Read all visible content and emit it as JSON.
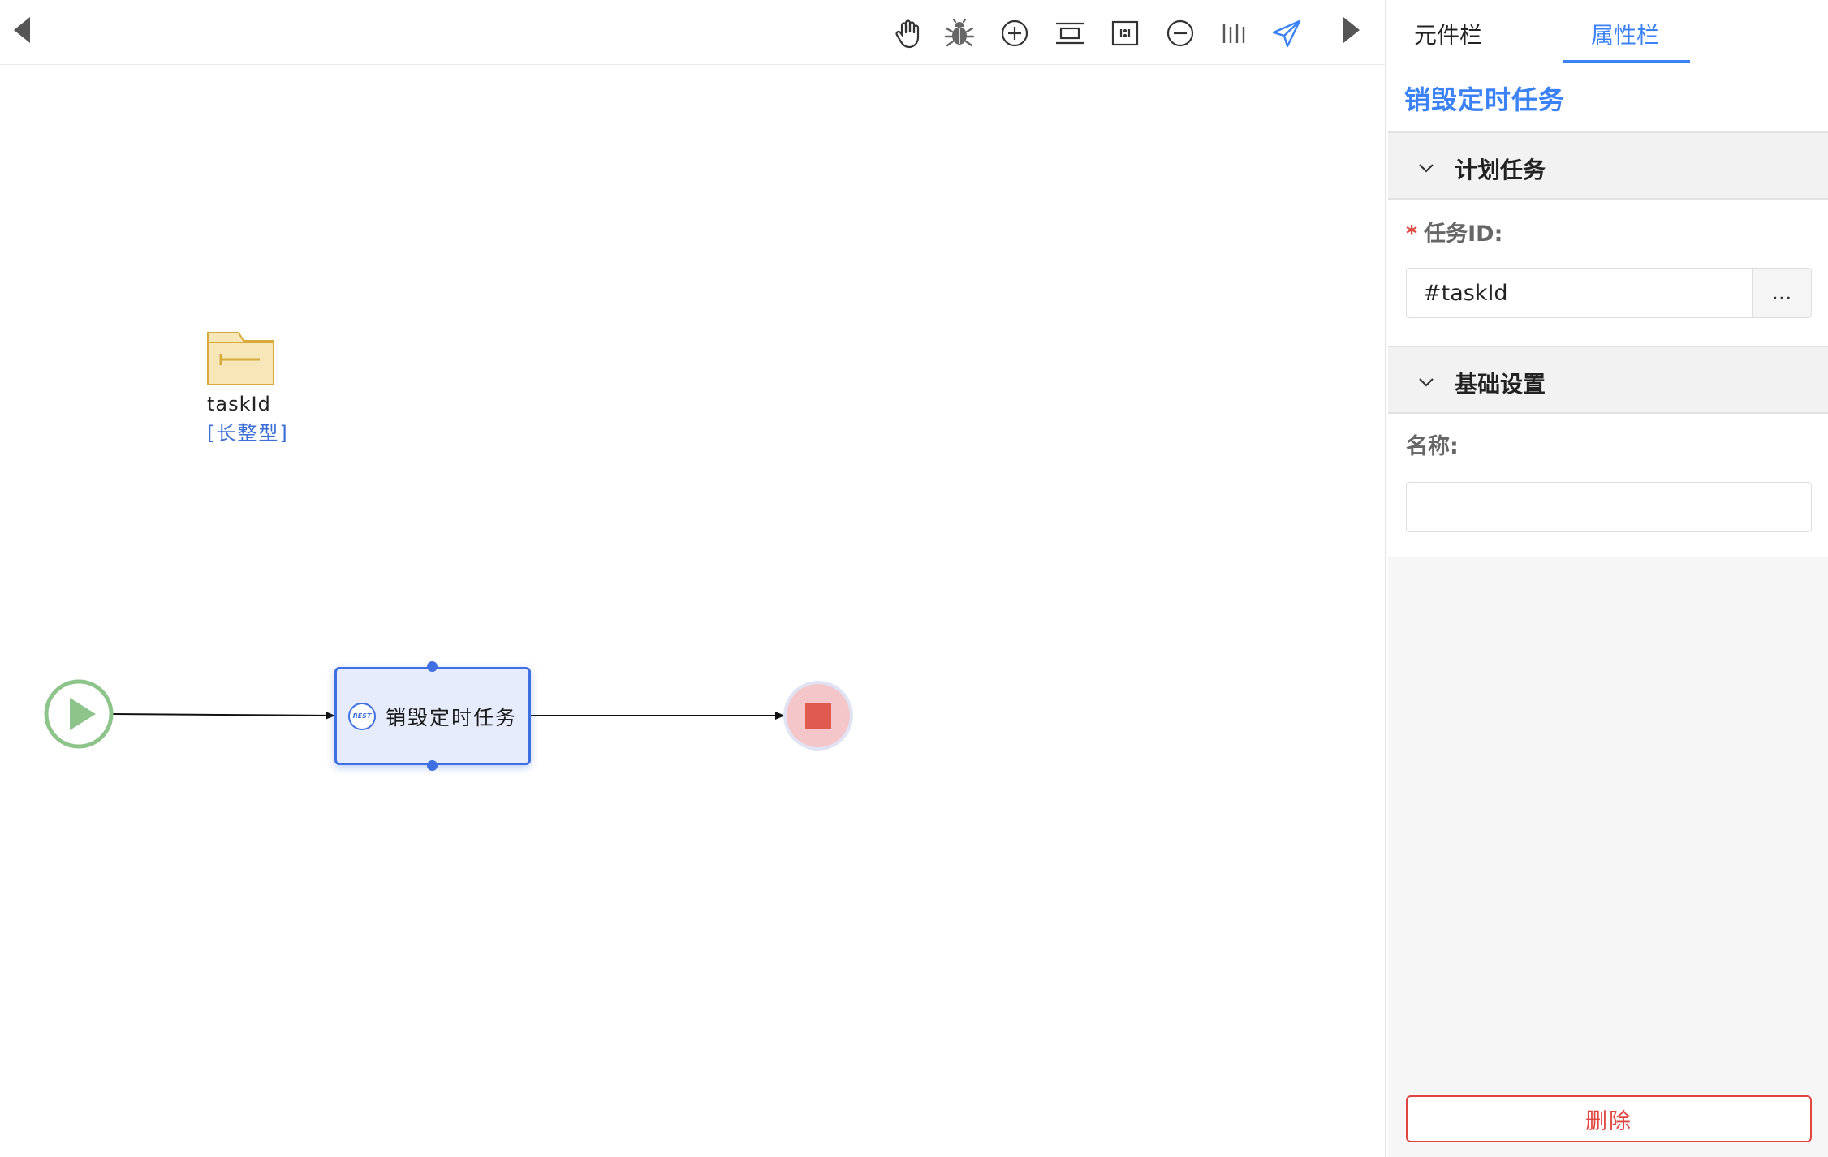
{
  "diagram": {
    "variable": {
      "name": "taskId",
      "type": "[长整型]"
    },
    "task": {
      "label": "销毁定时任务",
      "badge": "REST"
    }
  },
  "panel": {
    "tabs": [
      "元件栏",
      "属性栏"
    ],
    "active_tab": "属性栏",
    "title": "销毁定时任务",
    "sections": {
      "plan": {
        "header": "计划任务",
        "field_label": "任务ID:",
        "required_mark": "*",
        "field_value": "#taskId",
        "more_label": "..."
      },
      "basic": {
        "header": "基础设置",
        "field_label": "名称:",
        "field_value": ""
      }
    },
    "delete_label": "删除"
  },
  "colors": {
    "accent": "#3b82f6",
    "danger": "#e0443e",
    "node_border": "#3f6fe0",
    "node_fill": "#e6ecfb",
    "start": "#8cc48a",
    "end": "#e05a50",
    "folder": "#f5e6b8"
  },
  "icons": [
    "collapse-left-icon",
    "hand-icon",
    "bug-icon",
    "zoom-in-icon",
    "align-icon",
    "fit-icon",
    "zoom-out-icon",
    "distribute-icon",
    "send-icon",
    "collapse-right-icon",
    "folder-icon",
    "play-icon",
    "stop-icon",
    "chevron-down-icon"
  ]
}
